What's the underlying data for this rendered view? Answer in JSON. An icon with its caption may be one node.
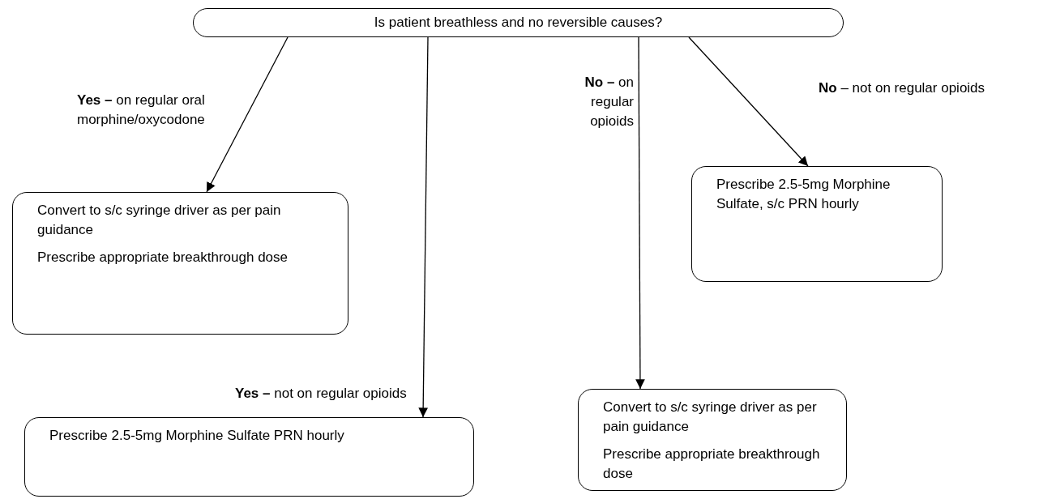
{
  "diagram": {
    "nodes": [
      {
        "text": [
          "Is patient breathless and no reversible causes?"
        ]
      },
      {
        "text": [
          "Convert to s/c syringe driver as per pain guidance",
          "Prescribe appropriate breakthrough dose"
        ]
      },
      {
        "text": [
          "Prescribe 2.5-5mg Morphine Sulfate PRN hourly"
        ]
      },
      {
        "text": [
          "Convert to s/c syringe driver as per pain guidance",
          "Prescribe appropriate breakthrough dose"
        ]
      },
      {
        "text": [
          "Prescribe 2.5-5mg Morphine Sulfate, s/c PRN hourly"
        ]
      }
    ],
    "edges": [
      {
        "from": 0,
        "to": 1,
        "arrow": "to",
        "label": "**Yes –** on regular oral morphine/oxycodone"
      },
      {
        "from": 0,
        "to": 2,
        "arrow": "to",
        "label": "**Yes –** not on regular opioids"
      },
      {
        "from": 0,
        "to": 3,
        "arrow": "to",
        "label": "**No –** on regular opioids"
      },
      {
        "from": 0,
        "to": 4,
        "arrow": "to",
        "label": "**No** – not on regular opioids"
      }
    ]
  }
}
